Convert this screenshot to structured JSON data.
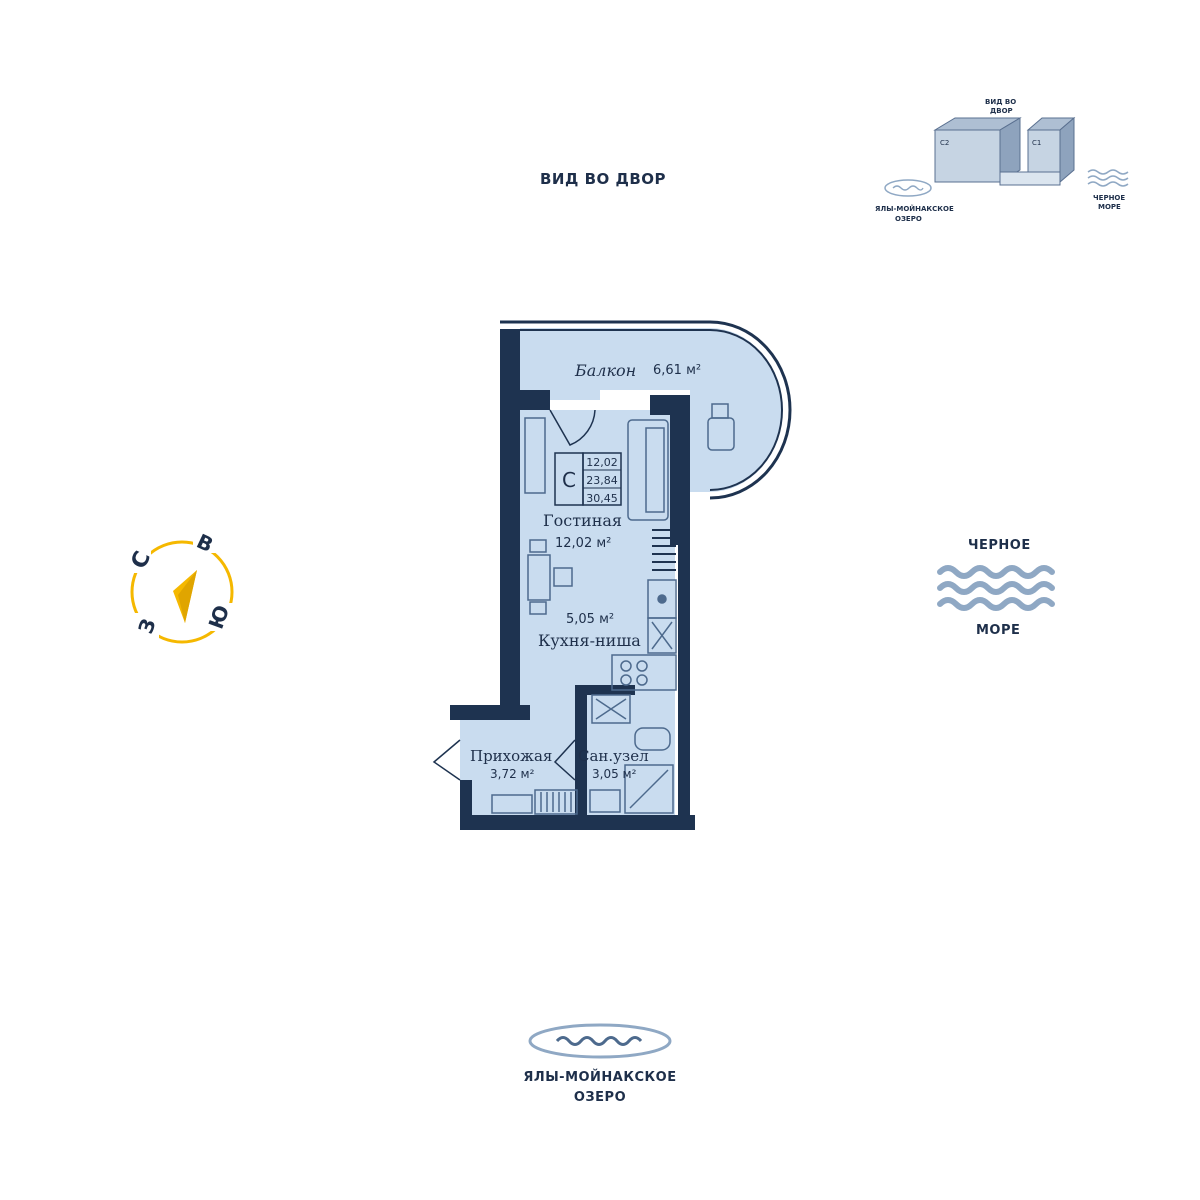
{
  "orientation": {
    "courtyard_view": "ВИД ВО ДВОР",
    "sea_line1": "ЧЕРНОЕ",
    "sea_line2": "МОРЕ",
    "lake_line1": "ЯЛЫ-МОЙНАКСКОЕ",
    "lake_line2": "ОЗЕРО"
  },
  "minimap": {
    "courtyard_view_line1": "ВИД ВО",
    "courtyard_view_line2": "ДВОР",
    "building_c2": "C2",
    "building_c1": "C1",
    "lake_line1": "ЯЛЫ-МОЙНАКСКОЕ",
    "lake_line2": "ОЗЕРО",
    "sea_line1": "ЧЕРНОЕ",
    "sea_line2": "МОРЕ"
  },
  "compass": {
    "north": "С",
    "east": "В",
    "south": "Ю",
    "west": "З",
    "accent_color": "#f5b800"
  },
  "apartment": {
    "type_letter": "C",
    "area_living": "12,02",
    "area_total": "23,84",
    "area_with_balcony": "30,45",
    "rooms": {
      "balcony_name": "Балкон",
      "balcony_area": "6,61 м²",
      "living_name": "Гостиная",
      "living_area": "12,02 м²",
      "kitchen_area": "5,05 м²",
      "kitchen_name": "Кухня-ниша",
      "hall_name": "Прихожая",
      "hall_area": "3,72 м²",
      "bath_name": "Сан.узел",
      "bath_area": "3,05 м²"
    }
  },
  "colors": {
    "wall": "#1e3350",
    "floor": "#c9dcef",
    "text": "#1e2f4a",
    "water": "#8fa8c4"
  }
}
